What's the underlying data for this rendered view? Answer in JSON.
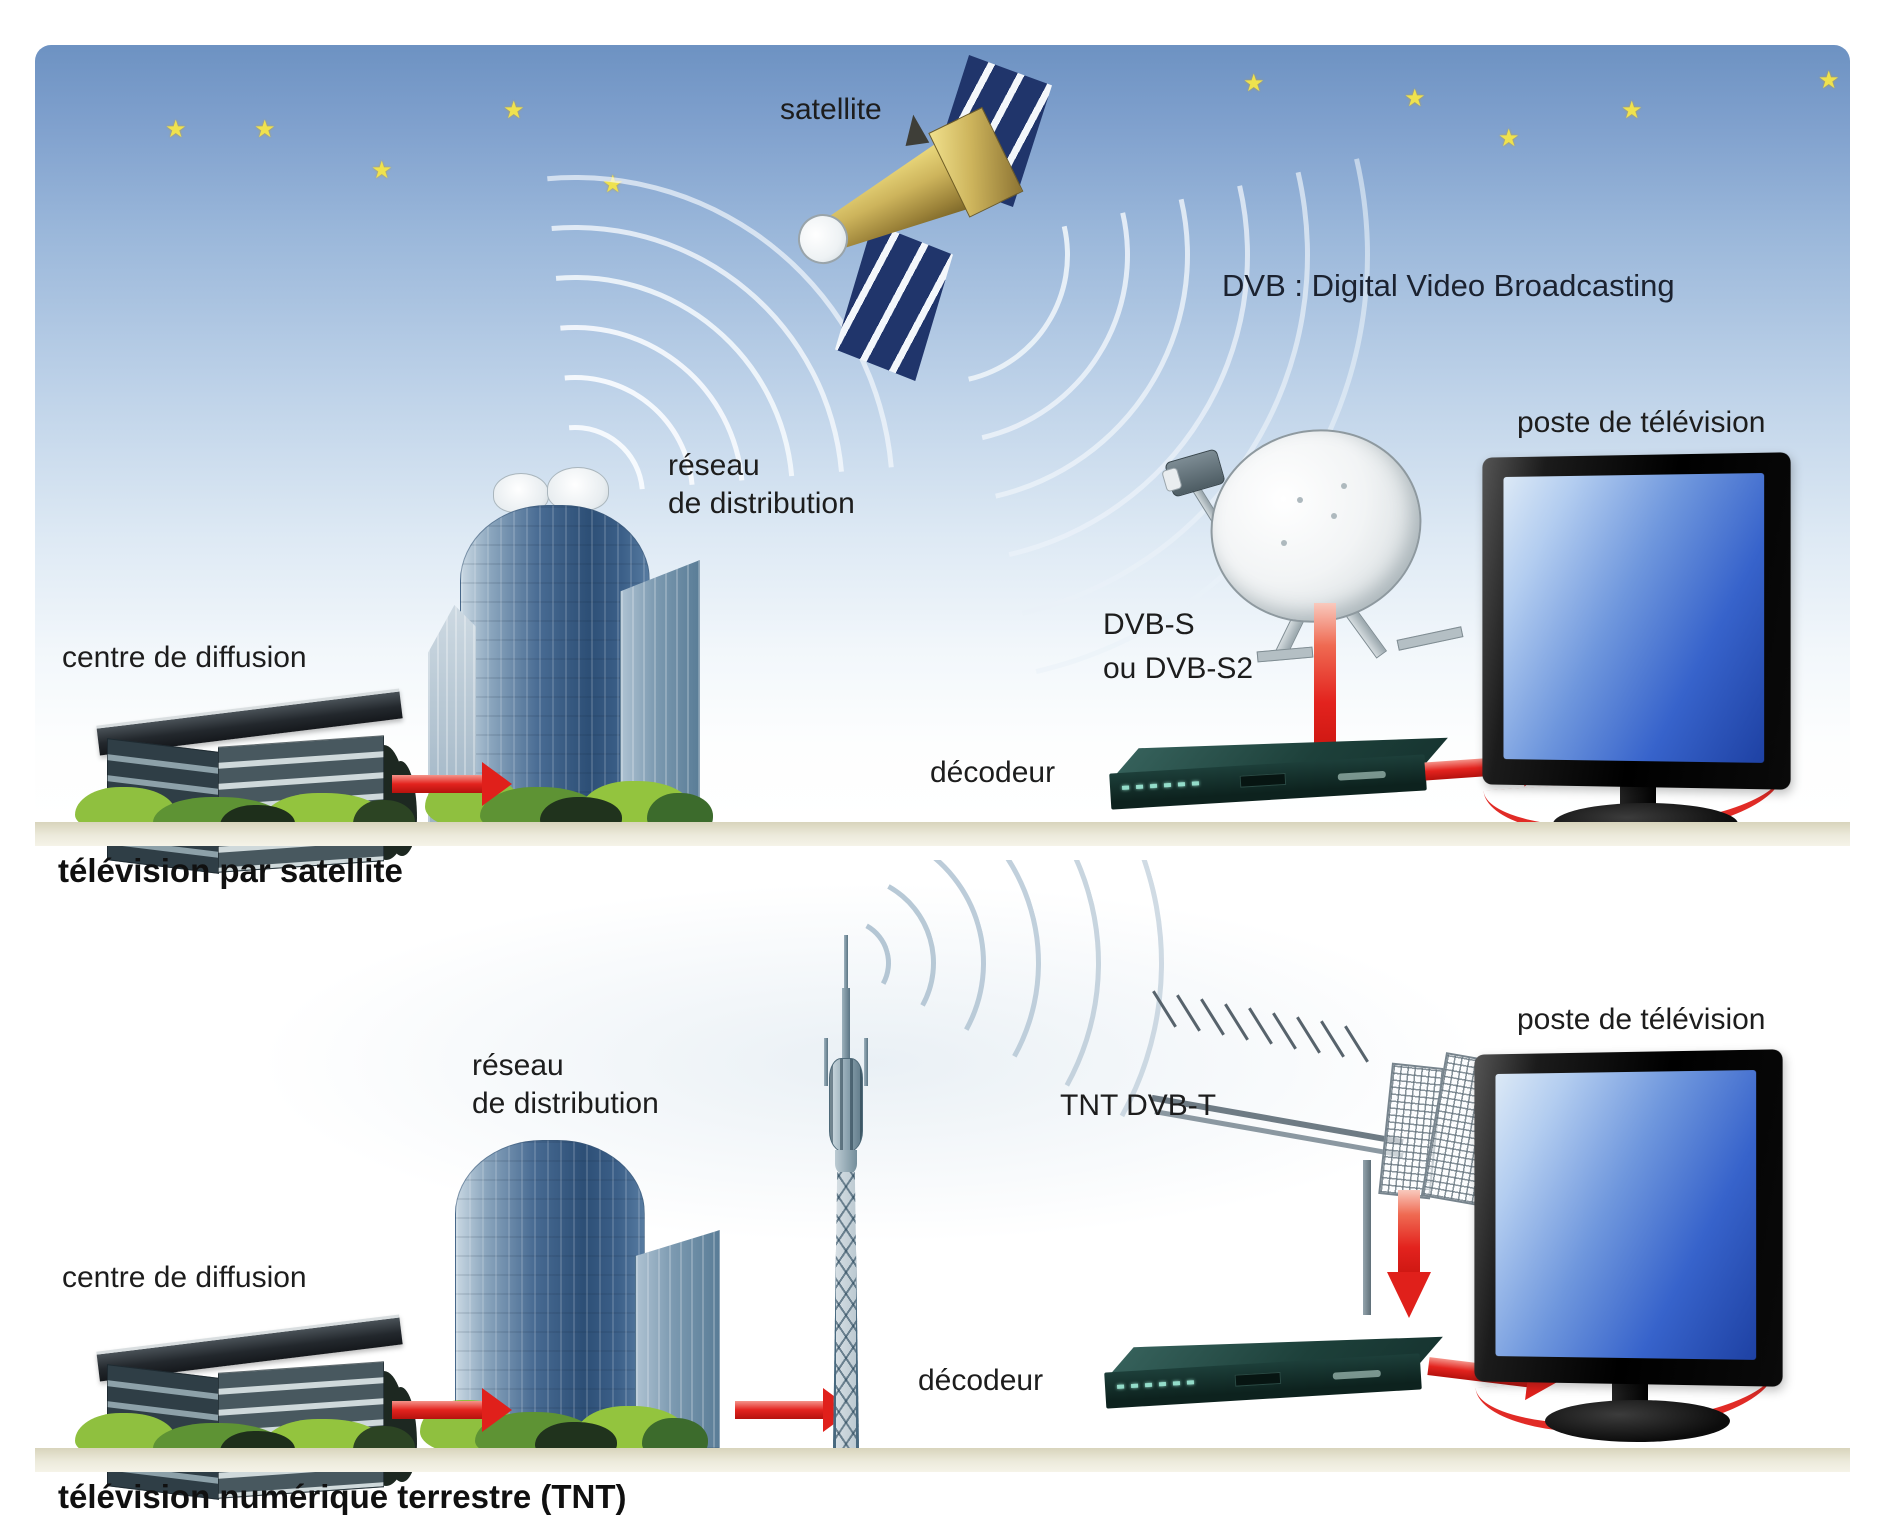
{
  "heading": "DVB : Digital Video Broadcasting",
  "colors": {
    "sky_top": "#6d92c2",
    "sky_light": "#e8f0f8",
    "ground_beige": "#ece9d8",
    "arrow_red": "#e3231e",
    "star_yellow": "#efe24e",
    "wave_gray": "#c6d4e0",
    "decoder_teal": "#1b3a35",
    "tv_screen_blue": "#2f62c8",
    "solar_panel_navy": "#20356b",
    "satellite_gold": "#cdb45c",
    "label_text": "#1d1d1d"
  },
  "satellite_panel": {
    "caption": "télévision par satellite",
    "satellite_label": "satellite",
    "broadcast_center_label": "centre de diffusion",
    "network_label_line1": "réseau",
    "network_label_line2": "de distribution",
    "dish_standard_line1": "DVB-S",
    "dish_standard_line2": "ou DVB-S2",
    "decoder_label": "décodeur",
    "tv_label": "poste de télévision"
  },
  "terrestrial_panel": {
    "caption": "télévision numérique terrestre (TNT)",
    "broadcast_center_label": "centre de diffusion",
    "network_label_line1": "réseau",
    "network_label_line2": "de distribution",
    "antenna_standard_label": "TNT DVB-T",
    "decoder_label": "décodeur",
    "tv_label": "poste de télévision"
  }
}
